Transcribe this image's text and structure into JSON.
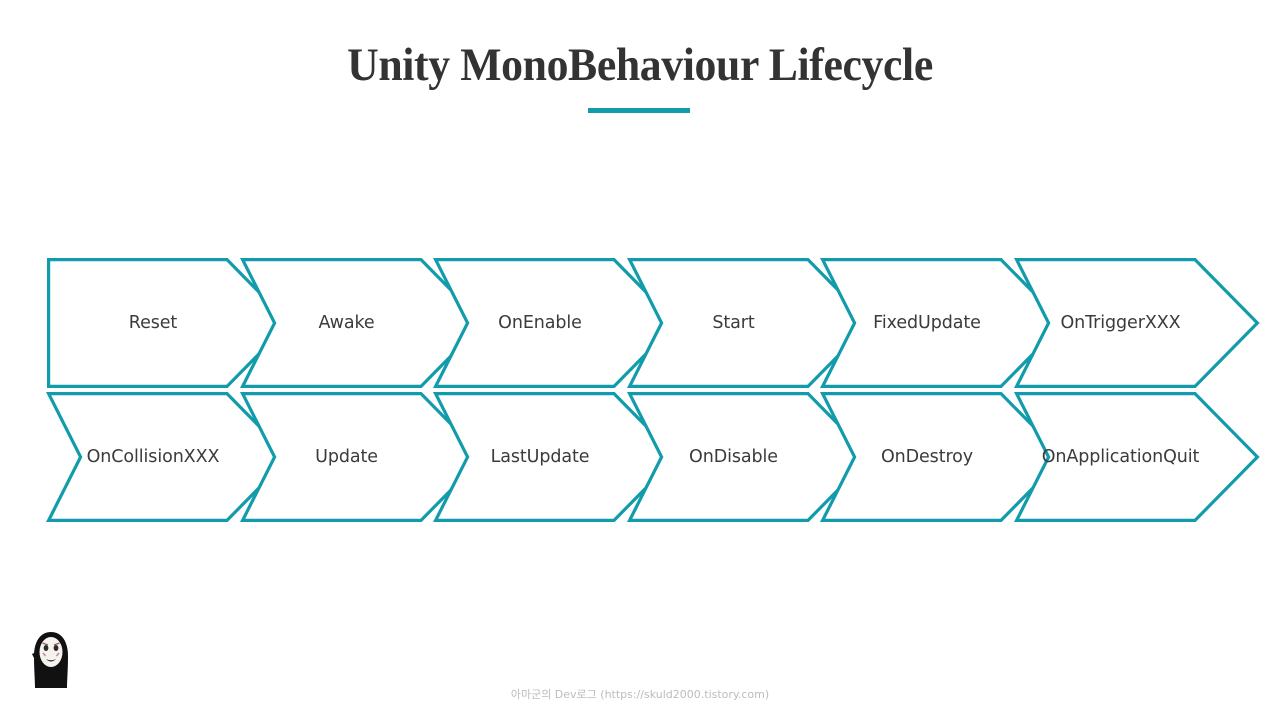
{
  "slide": {
    "title": "Unity MonoBehaviour Lifecycle",
    "accent_color": "#119BAB",
    "text_color": "#3b3b3b",
    "background_color": "#ffffff"
  },
  "flow": {
    "rows": [
      {
        "first_shape": "flat-left",
        "items": [
          {
            "label": "Reset"
          },
          {
            "label": "Awake"
          },
          {
            "label": "OnEnable"
          },
          {
            "label": "Start"
          },
          {
            "label": "FixedUpdate"
          },
          {
            "label": "OnTriggerXXX"
          }
        ]
      },
      {
        "first_shape": "notched-left",
        "items": [
          {
            "label": "OnCollisionXXX"
          },
          {
            "label": "Update"
          },
          {
            "label": "LastUpdate"
          },
          {
            "label": "OnDisable"
          },
          {
            "label": "OnDestroy"
          },
          {
            "label": "OnApplicationQuit"
          }
        ]
      }
    ]
  },
  "footer": {
    "credit": "아마군의 Dev로그 (https://skuld2000.tistory.com)"
  },
  "mascot": {
    "name": "no-face-character"
  }
}
